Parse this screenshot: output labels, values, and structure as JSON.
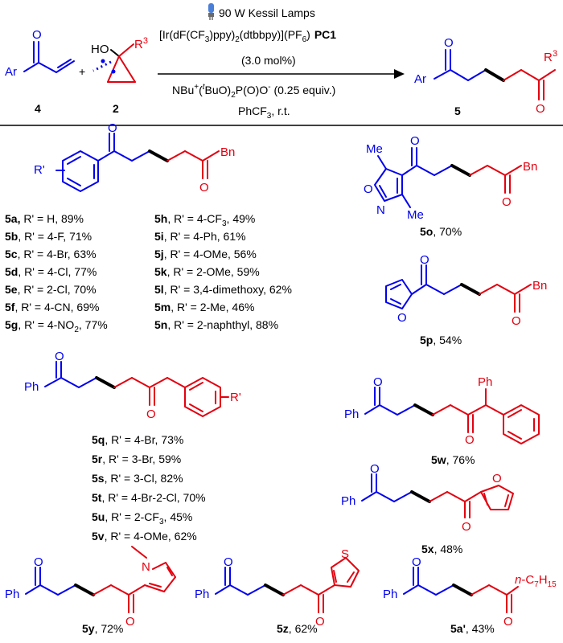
{
  "colors": {
    "blue": "#0000ee",
    "red": "#e4000f",
    "black": "#000000",
    "lamp": "#4a7fd8"
  },
  "header": {
    "reactant1_label": "4",
    "reactant2_label": "2",
    "product_label": "5",
    "plus": "+",
    "conditions": {
      "lamp": "90 W Kessil Lamps",
      "catalyst_prefix": "[Ir(dF(CF",
      "catalyst_mid1": ")ppy)",
      "catalyst_mid2": "(dtbbpy)](PF",
      "catalyst_end": ")",
      "catalyst_code": "PC1",
      "loading": "(3.0 mol%)",
      "base_a": "NBu",
      "base_b": "(",
      "base_c": "BuO)",
      "base_d": "P(O)O",
      "base_e": " (0.25 equiv.)",
      "solvent_a": "PhCF",
      "solvent_b": ", r.t.",
      "sub3": "3",
      "sub2": "2",
      "sub6": "6",
      "sup_plus": "+",
      "sup_t": "t",
      "sup_minus": "-"
    },
    "atoms": {
      "Ar": "Ar",
      "O": "O",
      "HO": "HO",
      "R3": "R",
      "R3_sup": "3"
    }
  },
  "aryl_series": {
    "scaffold": {
      "R": "R'",
      "O": "O",
      "Bn": "Bn"
    },
    "left": [
      {
        "id": "5a,",
        "text": " R' = H, 89%"
      },
      {
        "id": "5b",
        "text": ", R' = 4-F, 71%"
      },
      {
        "id": "5c",
        "text": ", R' = 4-Br, 63%"
      },
      {
        "id": "5d",
        "text": ", R' = 4-Cl, 77%"
      },
      {
        "id": "5e",
        "text": ", R' = 2-Cl, 70%"
      },
      {
        "id": "5f",
        "text": ",  R' = 4-CN, 69%"
      },
      {
        "id": "5g",
        "text": ", R' = 4-NO",
        "sub": "2",
        "tail": ", 77%"
      }
    ],
    "right": [
      {
        "id": "5h",
        "text": ",   R' = 4-CF",
        "sub": "3",
        "tail": ", 49%"
      },
      {
        "id": "5i",
        "text": ",    R' = 4-Ph, 61%"
      },
      {
        "id": "5j",
        "text": ",    R' = 4-OMe, 56%"
      },
      {
        "id": "5k",
        "text": ",   R' = 2-OMe, 59%"
      },
      {
        "id": "5l",
        "text": ",    R' = 3,4-dimethoxy, 62%"
      },
      {
        "id": "5m",
        "text": ",  R' = 2-Me, 46%"
      },
      {
        "id": "5n",
        "text": ",   R' = 2-naphthyl, 88%"
      }
    ]
  },
  "benzyl_series": {
    "scaffold": {
      "Ph": "Ph",
      "O": "O",
      "R": "R'"
    },
    "items": [
      {
        "id": "5q",
        "text": ", R' = 4-Br, 73%"
      },
      {
        "id": "5r",
        "text": ",  R' = 3-Br, 59%"
      },
      {
        "id": "5s",
        "text": ",  R' = 3-Cl, 82%"
      },
      {
        "id": "5t",
        "text": ",  R' = 4-Br-2-Cl, 70%"
      },
      {
        "id": "5u",
        "text": ",  R' = 2-CF",
        "sub": "3",
        "tail": ", 45%"
      },
      {
        "id": "5v",
        "text": ",  R' = 4-OMe, 62%"
      }
    ]
  },
  "singles": {
    "5o": {
      "id": "5o",
      "text": ", 70%",
      "Me1": "Me",
      "Me2": "Me",
      "O_ring": "O",
      "N": "N",
      "O": "O",
      "O2": "O",
      "Bn": "Bn"
    },
    "5p": {
      "id": "5p",
      "text": ", 54%",
      "O_ring": "O",
      "O": "O",
      "O2": "O",
      "Bn": "Bn"
    },
    "5w": {
      "id": "5w",
      "text": ", 76%",
      "Ph": "Ph",
      "Ph2": "Ph",
      "O": "O",
      "O2": "O"
    },
    "5x": {
      "id": "5x",
      "text": ", 48%",
      "Ph": "Ph",
      "O": "O",
      "O2": "O",
      "O_ring": "O"
    },
    "5y": {
      "id": "5y",
      "text": ", 72%",
      "Ph": "Ph",
      "O": "O",
      "O2": "O",
      "N": "N"
    },
    "5z": {
      "id": "5z",
      "text": ", 62%",
      "Ph": "Ph",
      "O": "O",
      "O2": "O",
      "S": "S"
    },
    "5a'": {
      "id": "5a'",
      "text": ", 43%",
      "Ph": "Ph",
      "O": "O",
      "O2": "O",
      "n": "n",
      "chain": "-C",
      "sub7": "7",
      "sub15": "H",
      "sub15b": "15"
    }
  }
}
